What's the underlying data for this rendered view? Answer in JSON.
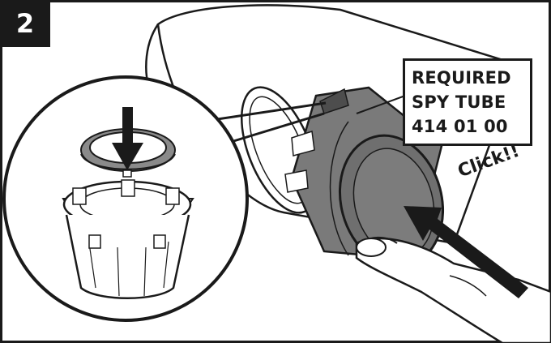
{
  "step": {
    "number": "2"
  },
  "callout": {
    "line1": "REQUIRED",
    "line2": "SPY TUBE",
    "line3": "414 01 00"
  },
  "sound_effect": {
    "text": "Click!!"
  },
  "colors": {
    "border": "#1a1a1a",
    "part_gray": "#7a7a7a",
    "part_dark": "#4d4d4d",
    "badge_bg": "#1a1a1a",
    "background": "#ffffff"
  },
  "icons": {
    "pipe": "pipe-illustration",
    "spy_tube": "spy-tube-illustration",
    "hand": "hand-illustration",
    "push_arrow": "arrow-icon",
    "down_arrow": "arrow-down-icon"
  }
}
